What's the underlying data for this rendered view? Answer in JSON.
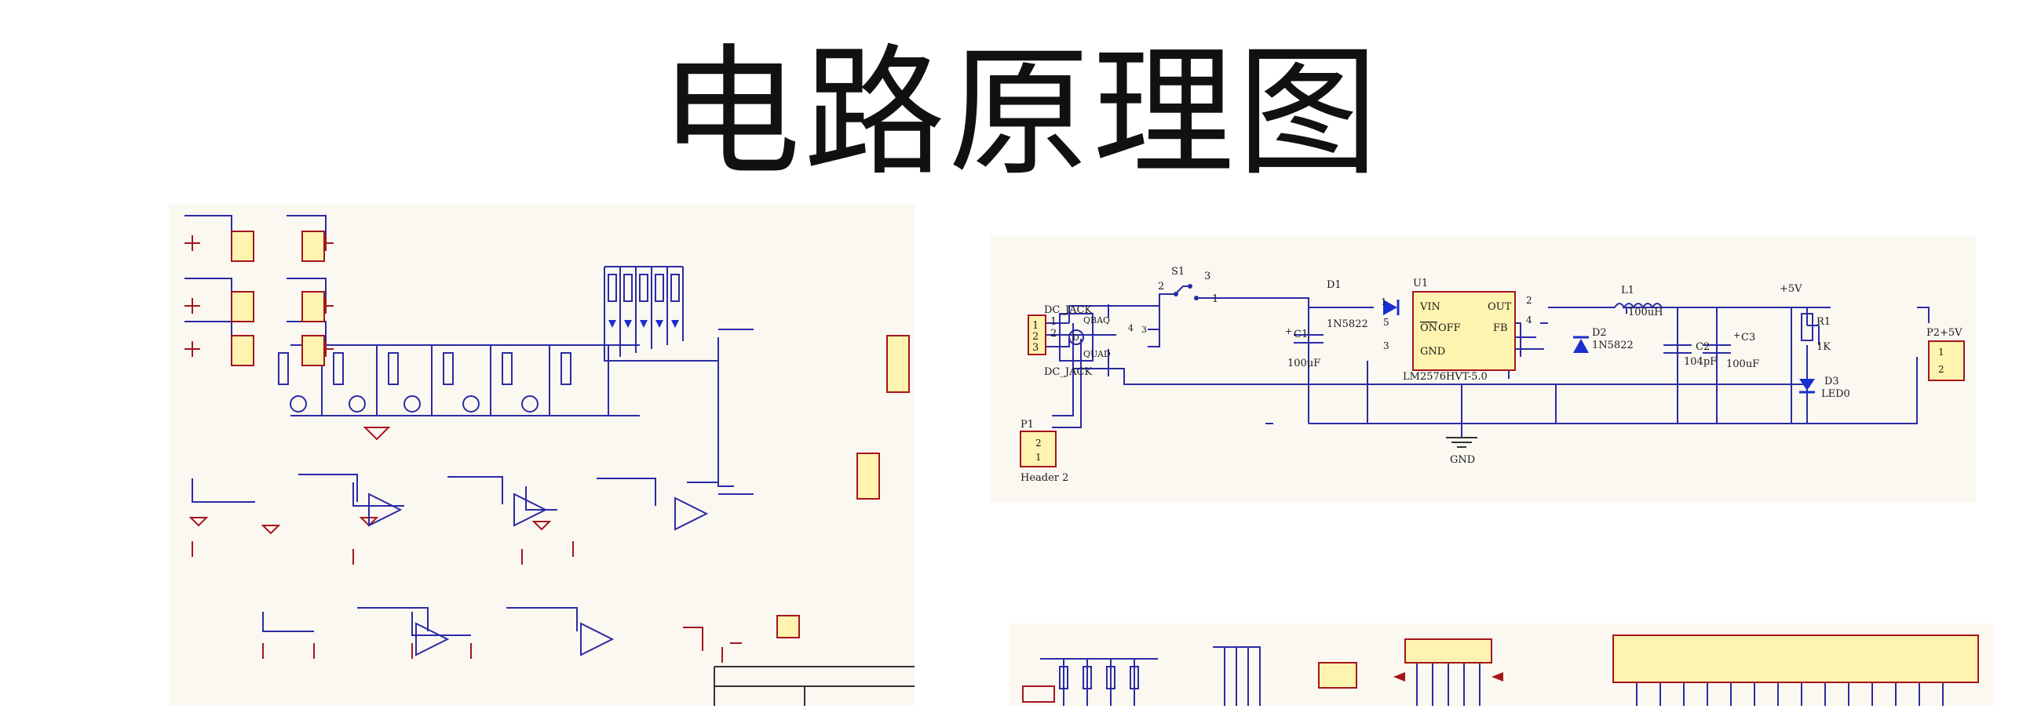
{
  "page": {
    "title": "电路原理图"
  },
  "colors": {
    "wire": "#2b2ba6",
    "part": "#a4161a",
    "fill": "#fff3b0",
    "diode": "#1a2fd0",
    "bg": "#fbf8f1"
  },
  "right_panel": {
    "dc_jack_top": "DC_JACK",
    "dc_jack_bottom": "DC_JACK",
    "jack_pins": [
      "1",
      "2",
      "3"
    ],
    "s1": "S1",
    "s1_pin2": "2",
    "s1_pin3": "3",
    "s1_pin1": "1",
    "d1": "D1",
    "d1_part": "1N5822",
    "u1": "U1",
    "u1_vin": "VIN",
    "u1_out": "OUT",
    "u1_onoff": "ON",
    "u1_onoff_rest": "OFF",
    "u1_fb": "FB",
    "u1_gnd": "GND",
    "u1_part": "LM2576HVT-5.0",
    "u1_pin1": "1",
    "u1_pin2": "2",
    "u1_pin3": "3",
    "u1_pin4": "4",
    "u1_pin5": "5",
    "bridge_top": "QBAQ",
    "bridge_bottom": "QUAD",
    "bridge_d": "D",
    "bridge_pin4": "4",
    "bridge_pin3": "3",
    "c1": "C1",
    "c1_val": "100uF",
    "d2": "D2",
    "d2_part": "1N5822",
    "l1": "L1",
    "l1_val": "100uH",
    "c2": "C2",
    "c2_val": "104pF",
    "c3": "C3",
    "c3_val": "100uF",
    "vcc": "+5V",
    "r1": "R1",
    "r1_val": "1K",
    "d3": "D3",
    "d3_part": "LED0",
    "p2": "P2+5V",
    "p2_pin1": "1",
    "p2_pin2": "2",
    "gnd": "GND",
    "p1": "P1",
    "p1_pin2": "2",
    "p1_pin1": "1",
    "p1_name": "Header 2"
  }
}
